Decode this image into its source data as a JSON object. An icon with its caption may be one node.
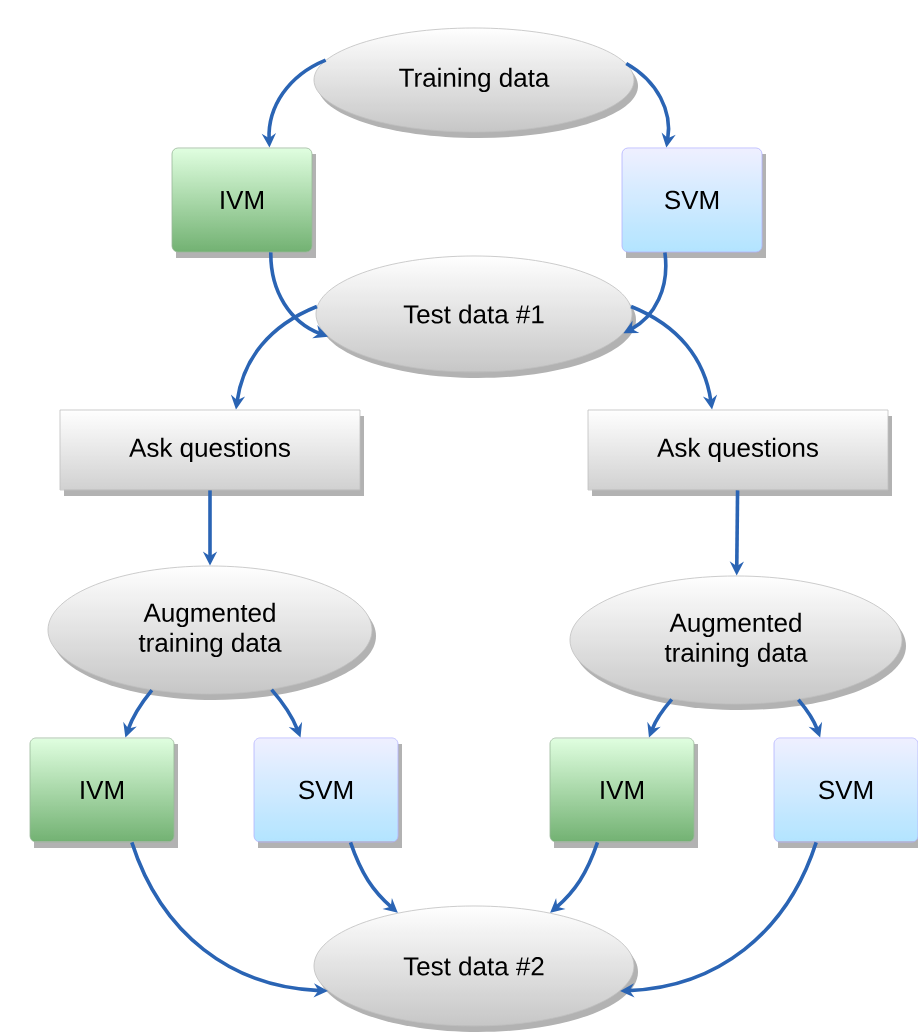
{
  "diagram": {
    "nodes": [
      {
        "text": [
          "Training data"
        ]
      },
      {
        "text": [
          "IVM"
        ]
      },
      {
        "text": [
          "SVM"
        ]
      },
      {
        "text": [
          "Test data #1"
        ]
      },
      {
        "text": [
          "Ask questions"
        ]
      },
      {
        "text": [
          "Ask questions"
        ]
      },
      {
        "text": [
          "Augmented training data"
        ]
      },
      {
        "text": [
          "Augmented training data"
        ]
      },
      {
        "text": [
          "IVM"
        ]
      },
      {
        "text": [
          "SVM"
        ]
      },
      {
        "text": [
          "IVM"
        ]
      },
      {
        "text": [
          "SVM"
        ]
      },
      {
        "text": [
          "Test data #2"
        ]
      }
    ],
    "edges": [
      {
        "from": 0,
        "to": 1,
        "arrow": "to"
      },
      {
        "from": 0,
        "to": 2,
        "arrow": "to"
      },
      {
        "from": 1,
        "to": 3,
        "arrow": "to"
      },
      {
        "from": 2,
        "to": 3,
        "arrow": "to"
      },
      {
        "from": 3,
        "to": 4,
        "arrow": "to"
      },
      {
        "from": 3,
        "to": 5,
        "arrow": "to"
      },
      {
        "from": 4,
        "to": 6,
        "arrow": "to"
      },
      {
        "from": 5,
        "to": 7,
        "arrow": "to"
      },
      {
        "from": 6,
        "to": 8,
        "arrow": "to"
      },
      {
        "from": 6,
        "to": 9,
        "arrow": "to"
      },
      {
        "from": 7,
        "to": 10,
        "arrow": "to"
      },
      {
        "from": 7,
        "to": 11,
        "arrow": "to"
      },
      {
        "from": 8,
        "to": 12,
        "arrow": "to"
      },
      {
        "from": 9,
        "to": 12,
        "arrow": "to"
      },
      {
        "from": 10,
        "to": 12,
        "arrow": "to"
      },
      {
        "from": 11,
        "to": 12,
        "arrow": "to"
      }
    ]
  }
}
